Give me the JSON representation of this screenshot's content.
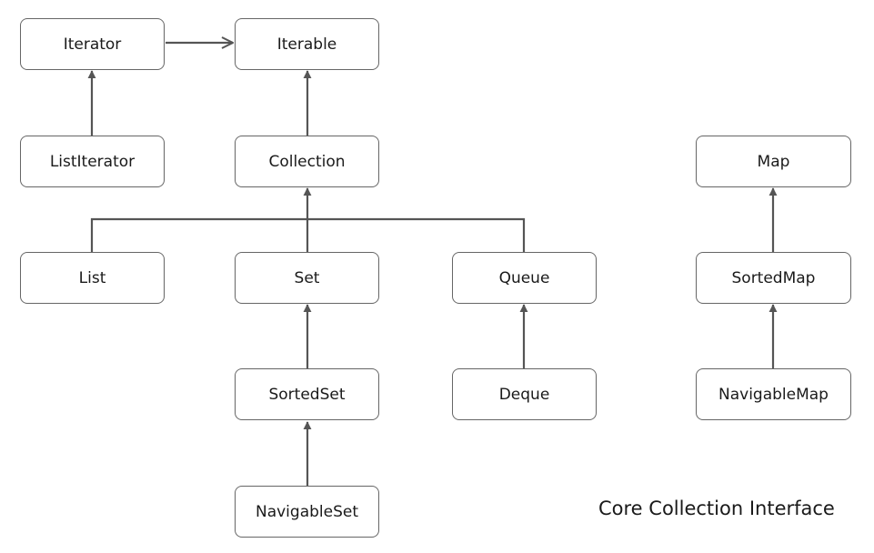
{
  "nodes": {
    "iterator": "Iterator",
    "iterable": "Iterable",
    "list_iterator": "ListIterator",
    "collection": "Collection",
    "map": "Map",
    "list": "List",
    "set": "Set",
    "queue": "Queue",
    "sorted_map": "SortedMap",
    "sorted_set": "SortedSet",
    "deque": "Deque",
    "navigable_map": "NavigableMap",
    "navigable_set": "NavigableSet"
  },
  "caption": "Core Collection Interface",
  "colors": {
    "line": "#555555",
    "border": "#666666",
    "text": "#1a1a1a"
  }
}
